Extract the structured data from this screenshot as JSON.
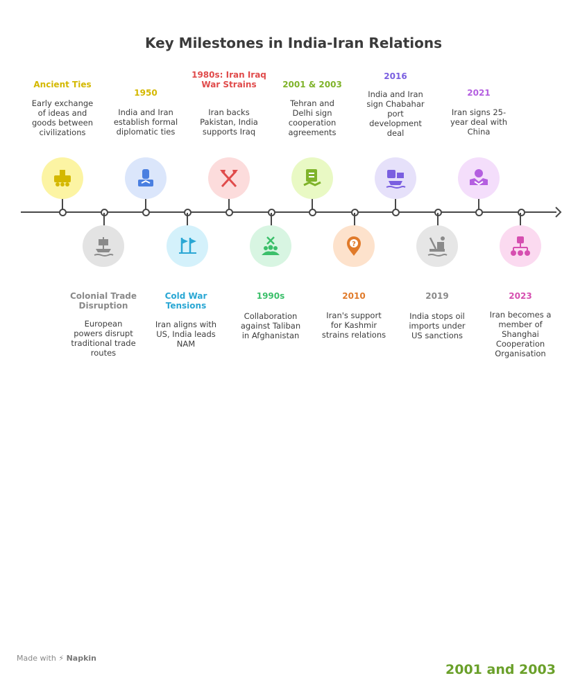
{
  "title": "Key Milestones in India-Iran Relations",
  "colors": {
    "axis": "#474747",
    "ancient": "#d4b800",
    "y1950": "#d4b800",
    "y1980s": "#e04b4b",
    "y2001": "#7fb32a",
    "y2016": "#7a5fe0",
    "y2021": "#b45fe0",
    "colonial": "#8a8a8a",
    "coldwar": "#2aa7d4",
    "y1990s": "#3bbf6a",
    "y2010": "#e07a2a",
    "y2019": "#8a8a8a",
    "y2023": "#d64fb0"
  },
  "top_events": [
    {
      "label": "Ancient Ties",
      "description": "Early exchange of ideas and goods between civilizations",
      "icon": "oil-rig-vehicle-icon"
    },
    {
      "label": "1950",
      "description": "India and Iran establish formal diplomatic ties",
      "icon": "embassy-handshake-icon"
    },
    {
      "label": "1980s: Iran Iraq War Strains",
      "description": "Iran backs Pakistan, India supports Iraq",
      "icon": "crossed-axes-icon"
    },
    {
      "label": "2001 & 2003",
      "description": "Tehran and Delhi sign cooperation agreements",
      "icon": "agreement-document-icon"
    },
    {
      "label": "2016",
      "description": "India and Iran sign Chabahar port development deal",
      "icon": "port-ship-icon"
    },
    {
      "label": "2021",
      "description": "Iran signs 25-year deal with China",
      "icon": "global-handshake-icon"
    }
  ],
  "bottom_events": [
    {
      "label": "Colonial Trade Disruption",
      "description": "European powers disrupt traditional trade routes",
      "icon": "sinking-ship-icon"
    },
    {
      "label": "Cold War Tensions",
      "description": "Iran aligns with US, India leads NAM",
      "icon": "flags-icon"
    },
    {
      "label": "1990s",
      "description": "Collaboration against Taliban in Afghanistan",
      "icon": "group-collaboration-icon"
    },
    {
      "label": "2010",
      "description": "Iran's support for Kashmir strains relations",
      "icon": "location-question-icon"
    },
    {
      "label": "2019",
      "description": "India stops oil imports under US sanctions",
      "icon": "oil-platform-icon"
    },
    {
      "label": "2023",
      "description": "Iran becomes a member of Shanghai Cooperation Organisation",
      "icon": "network-organisation-icon"
    }
  ],
  "footer": {
    "made_with": "Made with",
    "brand": "Napkin"
  },
  "callout": "2001 and 2003"
}
